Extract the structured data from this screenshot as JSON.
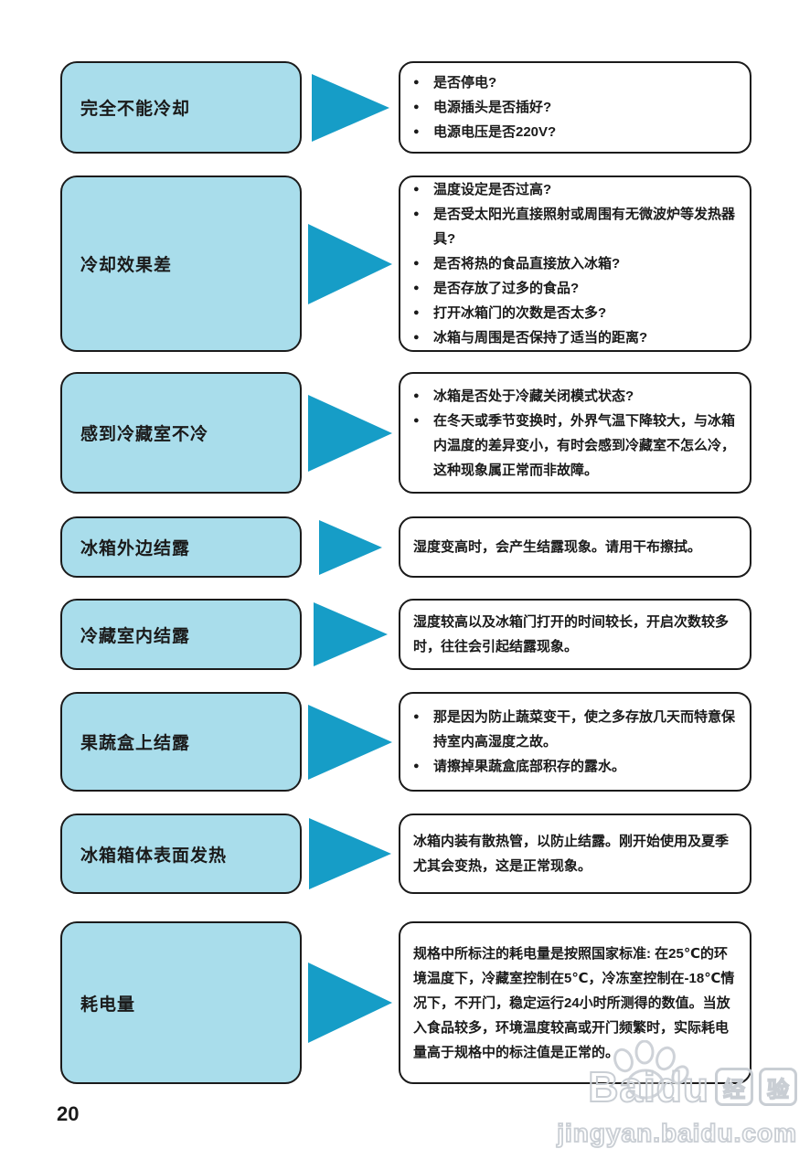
{
  "page_number": "20",
  "watermark": {
    "brand": "Baidu",
    "badge_chars": [
      "经",
      "验"
    ],
    "url": "jingyan.baidu.com"
  },
  "colors": {
    "label_box_fill": "#a9ddeb",
    "box_border": "#1b1b1b",
    "arrow": "#169dc7",
    "text": "#1a1a1a",
    "watermark": "#c9ced4"
  },
  "rows": [
    {
      "label": "完全不能冷却",
      "items": [
        {
          "bullet": true,
          "text": "是否停电?"
        },
        {
          "bullet": true,
          "text": "电源插头是否插好?"
        },
        {
          "bullet": true,
          "text": "电源电压是否220V?"
        }
      ]
    },
    {
      "label": "冷却效果差",
      "items": [
        {
          "bullet": true,
          "text": "温度设定是否过高?"
        },
        {
          "bullet": true,
          "text": "是否受太阳光直接照射或周围有无微波炉等发热器具?"
        },
        {
          "bullet": true,
          "text": "是否将热的食品直接放入冰箱?"
        },
        {
          "bullet": true,
          "text": "是否存放了过多的食品?"
        },
        {
          "bullet": true,
          "text": "打开冰箱门的次数是否太多?"
        },
        {
          "bullet": true,
          "text": "冰箱与周围是否保持了适当的距离?"
        }
      ]
    },
    {
      "label": "感到冷藏室不冷",
      "items": [
        {
          "bullet": true,
          "text": "冰箱是否处于冷藏关闭模式状态?"
        },
        {
          "bullet": true,
          "text": "在冬天或季节变换时，外界气温下降较大，与冰箱内温度的差异变小，有时会感到冷藏室不怎么冷，这种现象属正常而非故障。"
        }
      ]
    },
    {
      "label": "冰箱外边结露",
      "items": [
        {
          "bullet": false,
          "text": "湿度变高时，会产生结露现象。请用干布擦拭。"
        }
      ]
    },
    {
      "label": "冷藏室内结露",
      "items": [
        {
          "bullet": false,
          "text": "湿度较高以及冰箱门打开的时间较长，开启次数较多时，往往会引起结露现象。"
        }
      ]
    },
    {
      "label": "果蔬盒上结露",
      "items": [
        {
          "bullet": true,
          "text": "那是因为防止蔬菜变干，使之多存放几天而特意保持室内高湿度之故。"
        },
        {
          "bullet": true,
          "text": "请擦掉果蔬盒底部积存的露水。"
        }
      ]
    },
    {
      "label": "冰箱箱体表面发热",
      "items": [
        {
          "bullet": false,
          "text": "冰箱内装有散热管，以防止结露。刚开始使用及夏季尤其会变热，这是正常现象。"
        }
      ]
    },
    {
      "label": "耗电量",
      "items": [
        {
          "bullet": false,
          "text": "规格中所标注的耗电量是按照国家标准: 在25℃的环境温度下，冷藏室控制在5℃，冷冻室控制在-18℃情况下，不开门，稳定运行24小时所测得的数值。当放入食品较多，环境温度较高或开门频繁时，实际耗电量高于规格中的标注值是正常的。"
        }
      ]
    }
  ]
}
